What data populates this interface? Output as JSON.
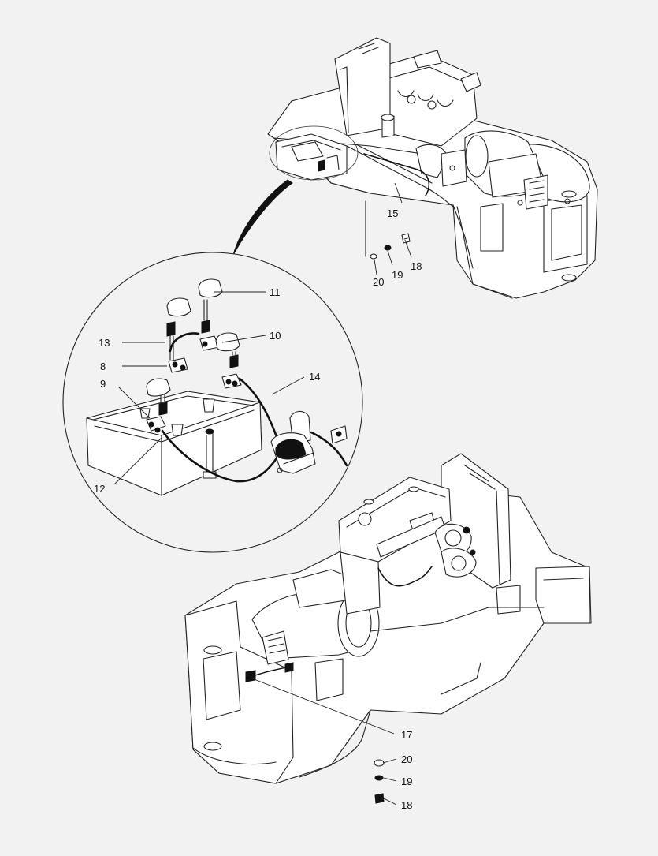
{
  "colors": {
    "background": "#f2f2f2",
    "line": "#222222",
    "fill": "#ffffff"
  },
  "callouts": {
    "c8": "8",
    "c9": "9",
    "c10": "10",
    "c11": "11",
    "c12": "12",
    "c13": "13",
    "c14": "14",
    "c15": "15",
    "c17": "17",
    "c18_top": "18",
    "c19_top": "19",
    "c20_top": "20",
    "c18_bottom": "18",
    "c19_bottom": "19",
    "c20_bottom": "20"
  }
}
